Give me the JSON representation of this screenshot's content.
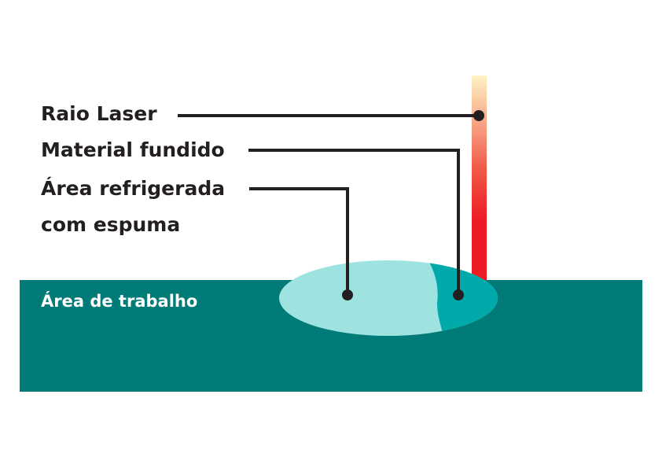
{
  "labels": {
    "laser": "Raio Laser",
    "molten": "Material fundido",
    "cooled_line1": "Área refrigerada",
    "cooled_line2": "com espuma",
    "work_area": "Área de trabalho"
  },
  "colors": {
    "work_area": "#007b78",
    "cooled": "#9ee3e0",
    "molten": "#00aaab",
    "laser_top": "#fff3c4",
    "laser_bottom": "#ed1c24",
    "leader": "#231f20"
  }
}
